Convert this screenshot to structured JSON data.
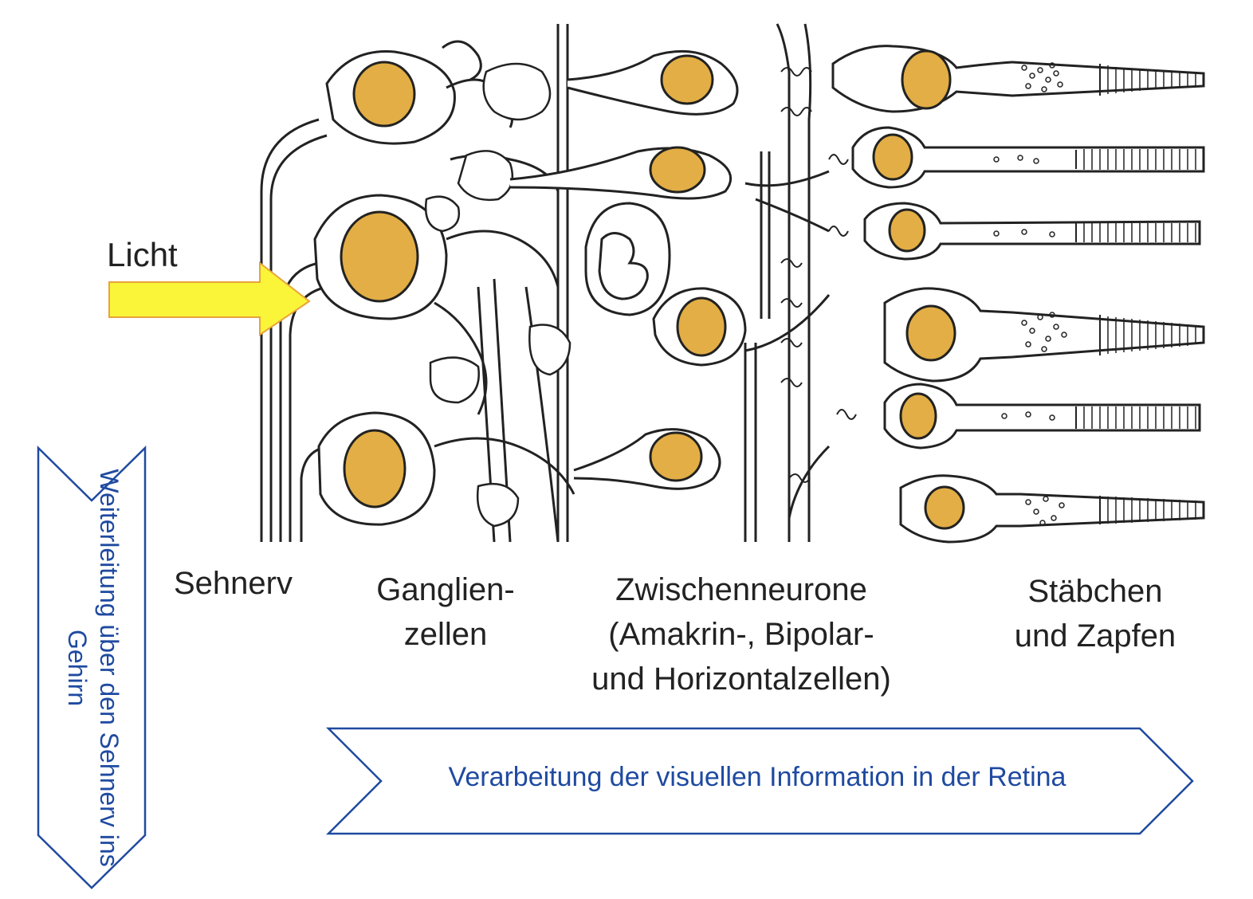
{
  "labels": {
    "light": "Licht",
    "optic_nerve": "Sehnerv",
    "ganglion": [
      "Ganglien-",
      "zellen"
    ],
    "interneurons": [
      "Zwischenneurone",
      "(Amakrin-, Bipolar-",
      "und Horizontalzellen)"
    ],
    "photoreceptors": [
      "Stäbchen",
      "und Zapfen"
    ]
  },
  "flows": {
    "processing": "Verarbeitung der visuellen Information in der Retina",
    "transmission": "Weiterleitung über den Sehnerv ins Gehirn"
  },
  "colors": {
    "nucleus": "#E2AE45",
    "arrow_fill": "#FAF538",
    "arrow_stroke": "#E8A33A",
    "flow_stroke": "#1F4AA0",
    "flow_text": "#1F4AA0",
    "line": "#222222"
  }
}
